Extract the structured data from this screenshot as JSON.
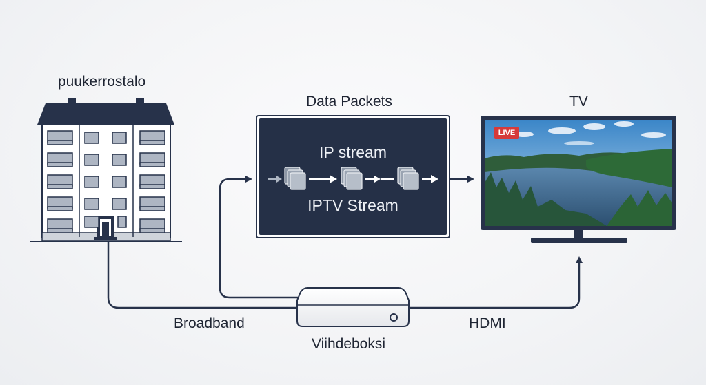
{
  "nodes": {
    "building": {
      "label": "puukerrostalo"
    },
    "packets_panel": {
      "title": "Data Packets",
      "top_text": "IP stream",
      "bottom_text": "IPTV Stream"
    },
    "tv": {
      "label": "TV",
      "badge": "LIVE"
    },
    "box": {
      "label": "Viihdeboksi"
    }
  },
  "edges": {
    "broadband": "Broadband",
    "hdmi": "HDMI"
  },
  "colors": {
    "dark_navy": "#27324a",
    "line": "#27324a",
    "panel_bg": "#253047",
    "box_fill": "#f7f8fa"
  },
  "icons": {
    "building": "apartment-building-icon",
    "packet": "packet-stack-icon",
    "tv": "television-icon",
    "set_top_box": "set-top-box-icon"
  }
}
